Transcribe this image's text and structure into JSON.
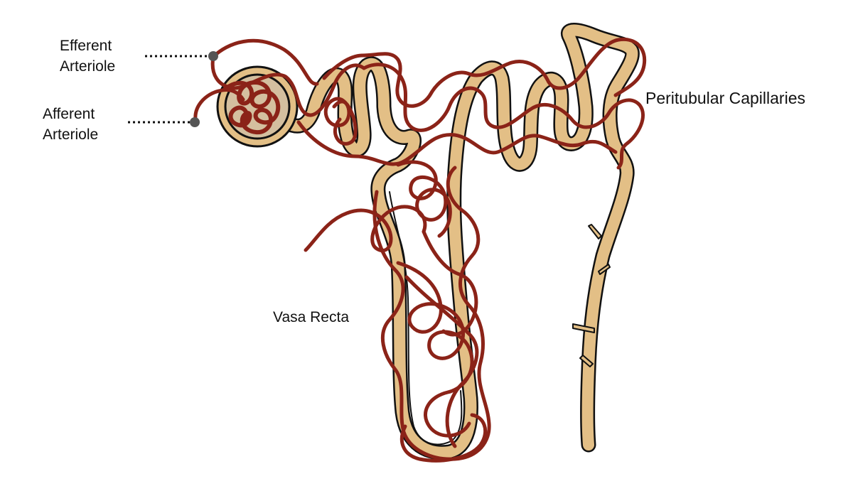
{
  "labels": {
    "efferent_line1": "Efferent",
    "efferent_line2": "Arteriole",
    "afferent_line1": "Afferent",
    "afferent_line2": "Arteriole",
    "peritubular": "Peritubular Capillaries",
    "vasa_recta": "Vasa Recta"
  },
  "colors": {
    "tubule_fill": "#e3bf86",
    "tubule_outline": "#111111",
    "capillary": "#8b2318",
    "capsule_inner": "#d4bf9f",
    "pointer_dot": "#555555"
  }
}
